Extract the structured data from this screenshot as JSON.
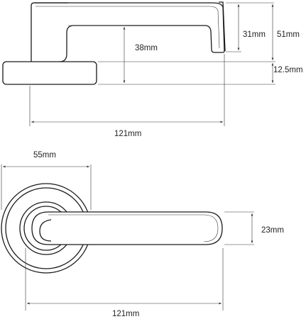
{
  "colors": {
    "line": "#1a1a1a",
    "dimension_line": "#333333",
    "background": "#ffffff"
  },
  "side_view": {
    "dimensions": {
      "lever_drop": "31mm",
      "overall_height": "51mm",
      "clearance": "38mm",
      "rose_thickness": "12.5mm",
      "projection": "121mm"
    }
  },
  "top_view": {
    "dimensions": {
      "rose_diameter": "55mm",
      "grip_width": "23mm",
      "length": "121mm"
    }
  }
}
